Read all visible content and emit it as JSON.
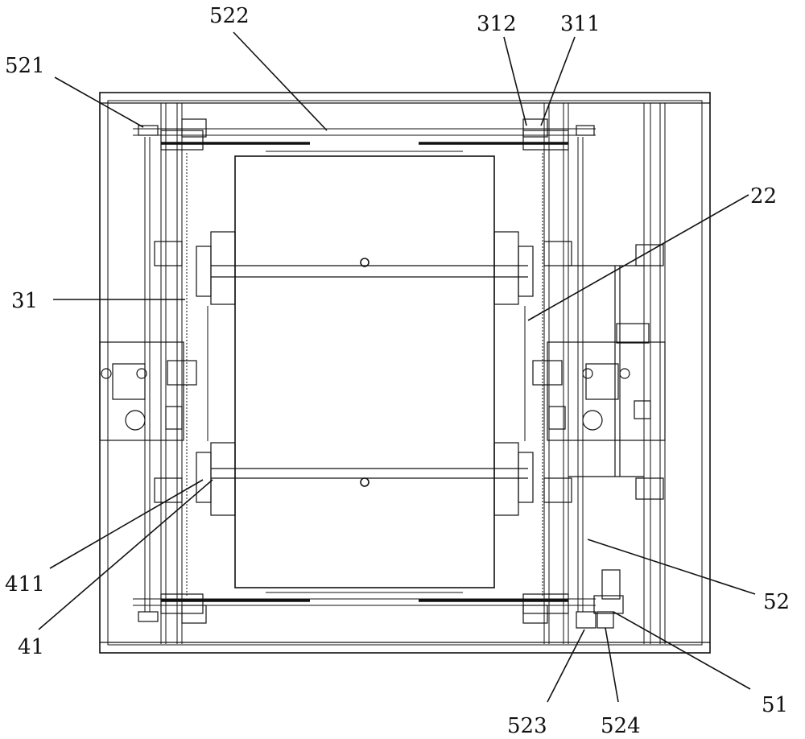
{
  "labels": {
    "l521": "521",
    "l522": "522",
    "l312": "312",
    "l311": "311",
    "l22": "22",
    "l31": "31",
    "l411": "411",
    "l41": "41",
    "l52": "52",
    "l523": "523",
    "l524": "524",
    "l51": "51"
  }
}
